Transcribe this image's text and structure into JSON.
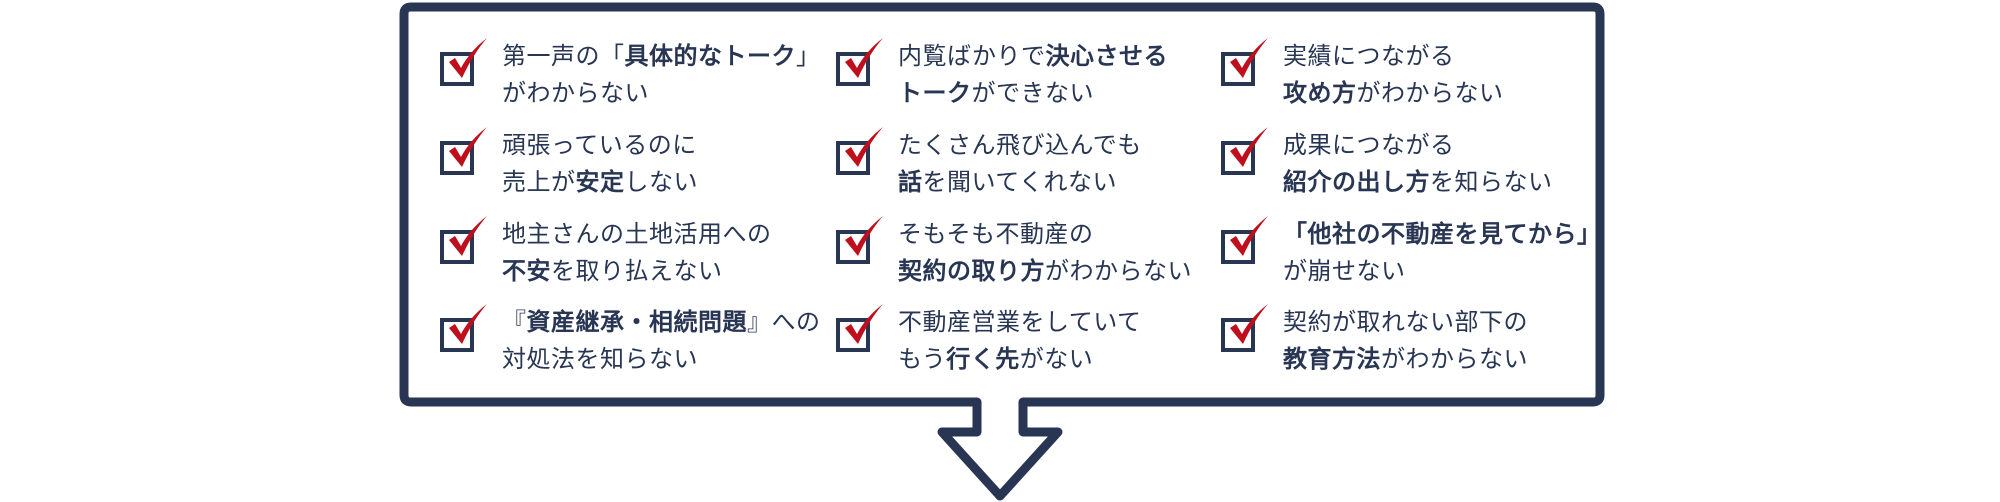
{
  "colors": {
    "navy": "#283654",
    "check_red": "#c00f1c",
    "background": "#ffffff"
  },
  "icons": {
    "checkbox": "checked-box-icon",
    "arrow": "down-arrow-icon"
  },
  "items": [
    {
      "line1": [
        {
          "t": "第一声の「",
          "b": false
        },
        {
          "t": "具体的なトーク",
          "b": true
        },
        {
          "t": "」",
          "b": false
        }
      ],
      "line2": [
        {
          "t": "がわからない",
          "b": false
        }
      ]
    },
    {
      "line1": [
        {
          "t": "内覧ばかりで",
          "b": false
        },
        {
          "t": "決心させる",
          "b": true
        }
      ],
      "line2": [
        {
          "t": "トーク",
          "b": true
        },
        {
          "t": "ができない",
          "b": false
        }
      ]
    },
    {
      "line1": [
        {
          "t": "実績につながる",
          "b": false
        }
      ],
      "line2": [
        {
          "t": "攻め方",
          "b": true
        },
        {
          "t": "がわからない",
          "b": false
        }
      ]
    },
    {
      "line1": [
        {
          "t": "頑張っているのに",
          "b": false
        }
      ],
      "line2": [
        {
          "t": "売上が",
          "b": false
        },
        {
          "t": "安定",
          "b": true
        },
        {
          "t": "しない",
          "b": false
        }
      ]
    },
    {
      "line1": [
        {
          "t": "たくさん飛び込んでも",
          "b": false
        }
      ],
      "line2": [
        {
          "t": "話",
          "b": true
        },
        {
          "t": "を聞いてくれない",
          "b": false
        }
      ]
    },
    {
      "line1": [
        {
          "t": "成果につながる",
          "b": false
        }
      ],
      "line2": [
        {
          "t": "紹介の出し方",
          "b": true
        },
        {
          "t": "を知らない",
          "b": false
        }
      ]
    },
    {
      "line1": [
        {
          "t": "地主さんの土地活用への",
          "b": false
        }
      ],
      "line2": [
        {
          "t": "不安",
          "b": true
        },
        {
          "t": "を取り払えない",
          "b": false
        }
      ]
    },
    {
      "line1": [
        {
          "t": "そもそも不動産の",
          "b": false
        }
      ],
      "line2": [
        {
          "t": "契約の取り方",
          "b": true
        },
        {
          "t": "がわからない",
          "b": false
        }
      ]
    },
    {
      "line1": [
        {
          "t": "「他社の不動産を見てから」",
          "b": true
        }
      ],
      "line2": [
        {
          "t": "が崩せない",
          "b": false
        }
      ]
    },
    {
      "line1": [
        {
          "t": "『",
          "b": false
        },
        {
          "t": "資産継承・相続問題",
          "b": true
        },
        {
          "t": "』への",
          "b": false
        }
      ],
      "line2": [
        {
          "t": "対処法を知らない",
          "b": false
        }
      ]
    },
    {
      "line1": [
        {
          "t": "不動産営業をしていて",
          "b": false
        }
      ],
      "line2": [
        {
          "t": "もう",
          "b": false
        },
        {
          "t": "行く先",
          "b": true
        },
        {
          "t": "がない",
          "b": false
        }
      ]
    },
    {
      "line1": [
        {
          "t": "契約が取れない部下の",
          "b": false
        }
      ],
      "line2": [
        {
          "t": "教育方法",
          "b": true
        },
        {
          "t": "がわからない",
          "b": false
        }
      ]
    }
  ]
}
